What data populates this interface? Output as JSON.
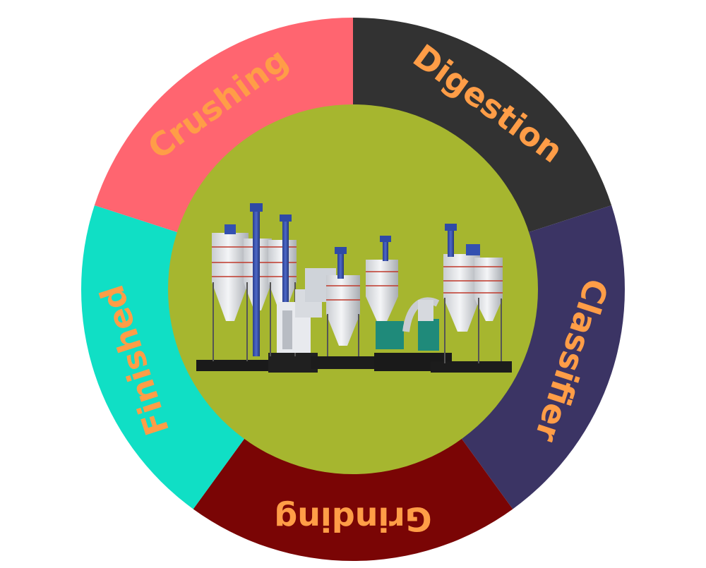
{
  "diagram": {
    "segments": [
      {
        "label": "Crushing",
        "color": "#ff6570",
        "start_angle": 0,
        "end_angle": 72
      },
      {
        "label": "Digestion",
        "color": "#323232",
        "start_angle": 72,
        "end_angle": 144
      },
      {
        "label": "Classifier",
        "color": "#3b3464",
        "start_angle": 144,
        "end_angle": 216
      },
      {
        "label": "Grinding",
        "color": "#7a0505",
        "start_angle": 216,
        "end_angle": 288
      },
      {
        "label": "Finished",
        "color": "#10dfc5",
        "start_angle": 288,
        "end_angle": 360
      }
    ],
    "label_color": "#ff9d47",
    "center_color": "#a6b62f",
    "center_image": "industrial-plant-silos-illustration"
  }
}
